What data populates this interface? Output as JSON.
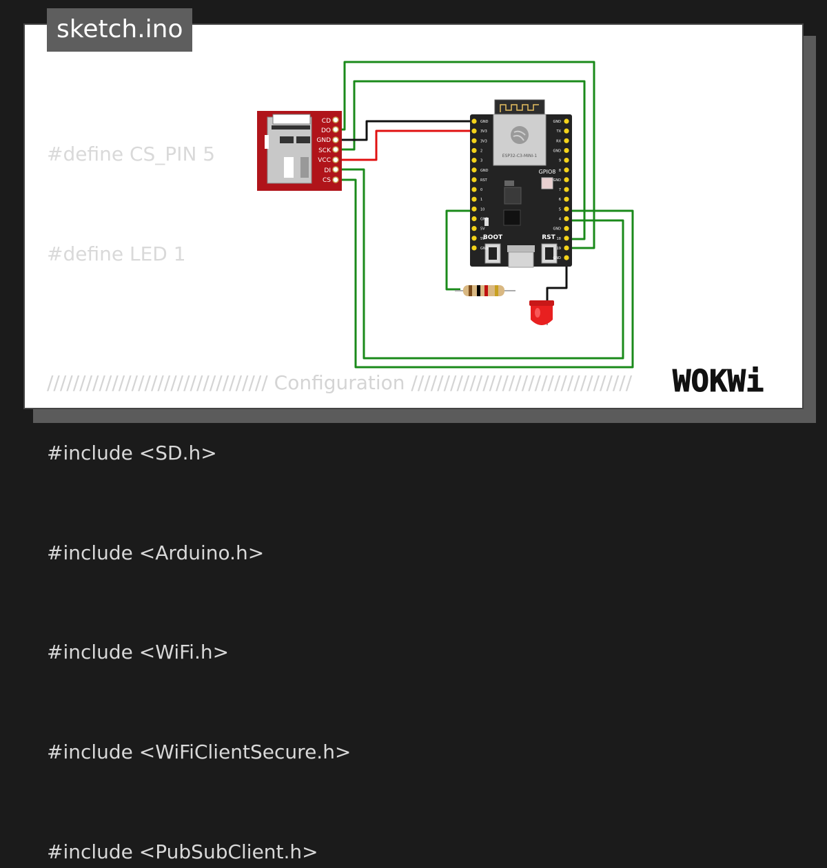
{
  "tab": {
    "title": "sketch.ino"
  },
  "code": {
    "lines": [
      "#define CS_PIN 5",
      "#define LED 1",
      "",
      "#include <SD.h>",
      "#include <Arduino.h>",
      "#include <WiFi.h>",
      "#include <WiFiClientSecure.h>",
      "#include <PubSubClient.h>"
    ],
    "config_line": "////////////////////////////////// Configuration //////////////////////////////////"
  },
  "sd_module": {
    "pins": [
      "CD",
      "DO",
      "GND",
      "SCK",
      "VCC",
      "DI",
      "CS"
    ]
  },
  "esp32": {
    "module_label": "ESP32-C3-MINI-1",
    "led_label": "GPIO8",
    "boot_label": "BOOT",
    "rst_label": "RST",
    "left_pins": [
      "GND",
      "3V3",
      "3V3",
      "2",
      "3",
      "GND",
      "RST",
      "0",
      "1",
      "10",
      "GND",
      "5V",
      "5V",
      "GND"
    ],
    "right_pins": [
      "GND",
      "TX",
      "RX",
      "GND",
      "9",
      "8",
      "GND",
      "7",
      "6",
      "5",
      "4",
      "GND",
      "18",
      "19",
      "GND"
    ]
  },
  "logo": {
    "text": "WOKWi"
  },
  "colors": {
    "wire_green": "#1a8a1a",
    "wire_red": "#e01010",
    "wire_black": "#111111",
    "sd_board": "#b0141a",
    "esp_board": "#232323",
    "pin_header": "#f4d31a",
    "led_red": "#e82020"
  }
}
